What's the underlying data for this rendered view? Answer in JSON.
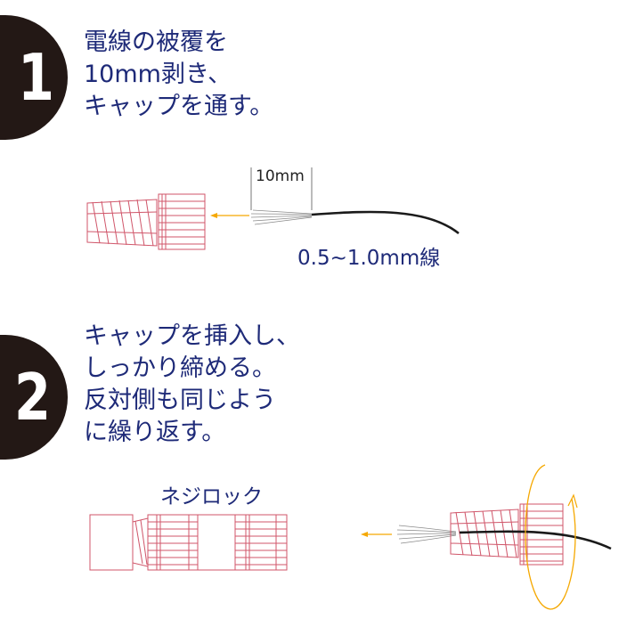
{
  "step1": {
    "number": "1",
    "lines": [
      "電線の被覆を",
      "10mm剥き、",
      "キャップを通す。"
    ],
    "strip_length_label": "10mm",
    "wire_label": "0.5~1.0mm線"
  },
  "step2": {
    "number": "2",
    "lines": [
      "キャップを挿入し、",
      "しっかり締める。",
      "反対側も同じよう",
      "に繰り返す。"
    ],
    "screw_lock_label": "ネジロック"
  },
  "colors": {
    "badge": "#231815",
    "text": "#1e2a78",
    "part_outline": "#d0566a",
    "arrow": "#f5a800",
    "wire": "#1a1a1a",
    "strands": "#8a8a8a"
  }
}
